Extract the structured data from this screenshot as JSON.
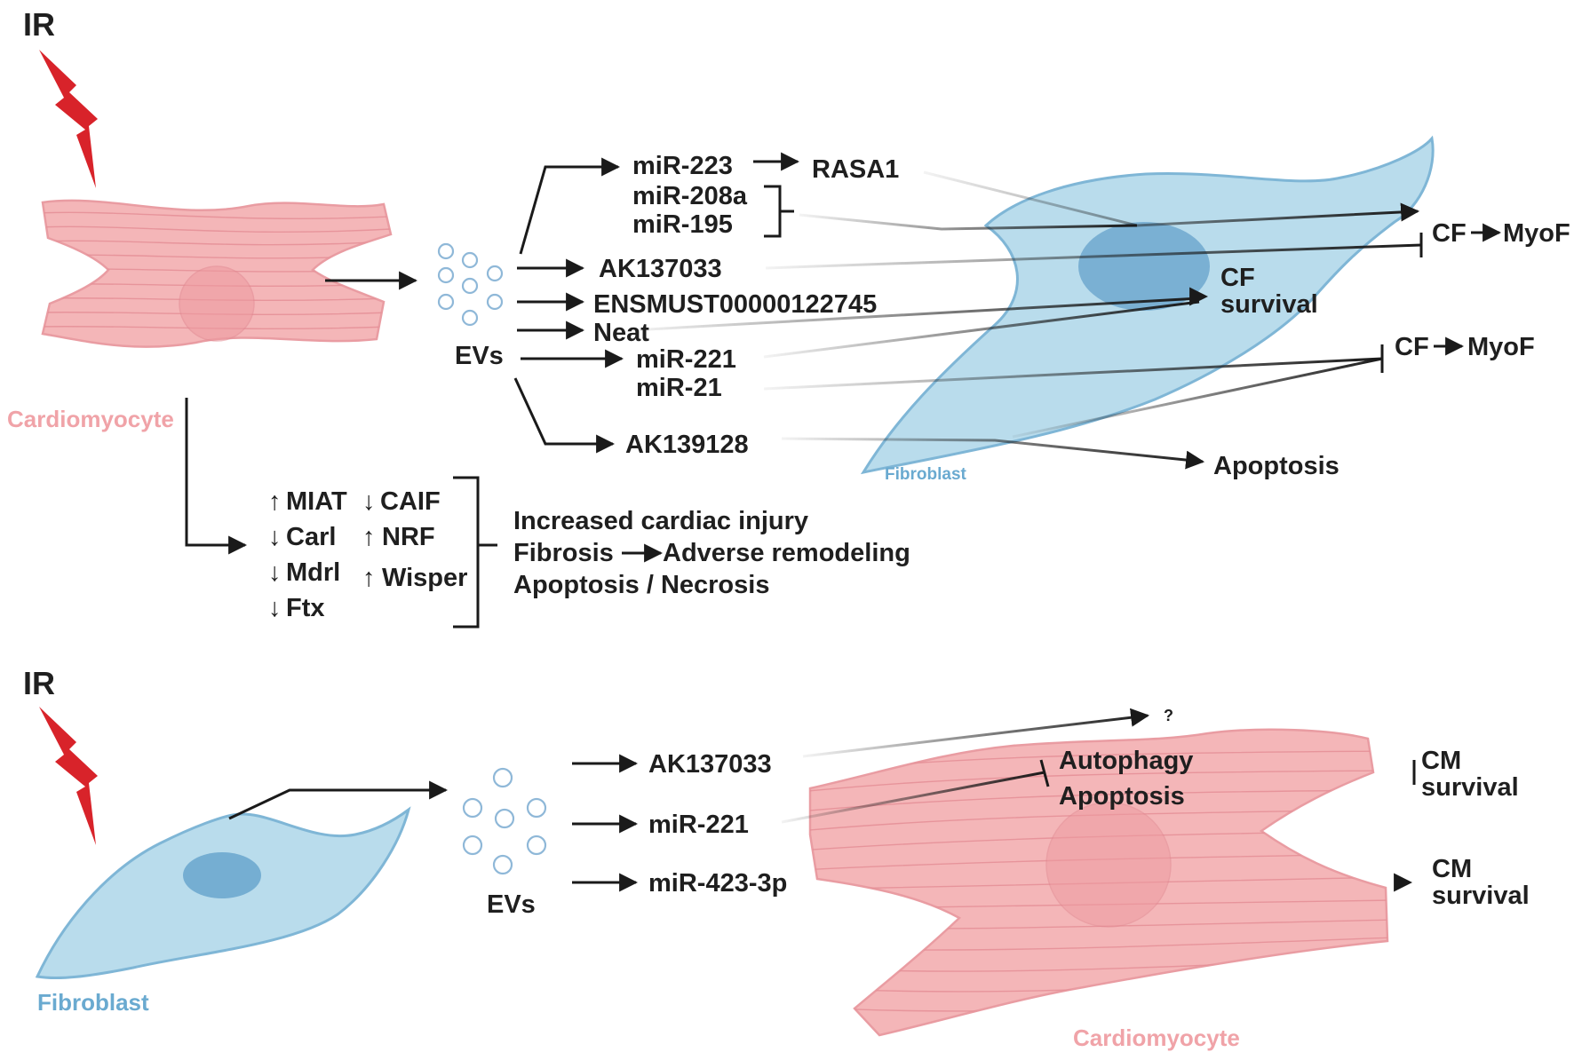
{
  "top": {
    "ir_label": "IR",
    "cell_label": "Cardiomyocyte",
    "ev_label": "EVs",
    "target_cell_label": "Fibroblast",
    "cargo": {
      "mir223": "miR-223",
      "rasa1": "RASA1",
      "mir208a": "miR-208a",
      "mir195": "miR-195",
      "ak137033": "AK137033",
      "ensmust": "ENSMUST00000122745",
      "neat": "Neat",
      "mir221": "miR-221",
      "mir21": "miR-21",
      "ak139128": "AK139128"
    },
    "outcomes": {
      "cf_myof_1": "CF",
      "myof_1": "MyoF",
      "cf_survival_line1": "CF",
      "cf_survival_line2": "survival",
      "cf_myof_2": "CF",
      "myof_2": "MyoF",
      "apoptosis": "Apoptosis"
    },
    "lncrna": {
      "miat": "MIAT",
      "caif": "CAIF",
      "carl": "Carl",
      "nrf": "NRF",
      "mdrl": "Mdrl",
      "wisper": "Wisper",
      "ftx": "Ftx"
    },
    "effects": {
      "line1": "Increased cardiac injury",
      "fibrosis": "Fibrosis",
      "adverse": "Adverse remodeling",
      "line3": "Apoptosis / Necrosis"
    }
  },
  "bottom": {
    "ir_label": "IR",
    "cell_label": "Fibroblast",
    "ev_label": "EVs",
    "target_cell_label": "Cardiomyocyte",
    "cargo": {
      "ak137033": "AK137033",
      "mir221": "miR-221",
      "mir423": "miR-423-3p"
    },
    "outcomes": {
      "question": "?",
      "autophagy": "Autophagy",
      "apoptosis": "Apoptosis",
      "cm_survival_1_line1": "CM",
      "cm_survival_1_line2": "survival",
      "cm_survival_2_line1": "CM",
      "cm_survival_2_line2": "survival"
    }
  },
  "colors": {
    "cardiomyocyte": "#f4b6b8",
    "fibroblast": "#b9dcec",
    "nucleus_fb": "#6ea8cf",
    "bolt": "#d8232a"
  }
}
